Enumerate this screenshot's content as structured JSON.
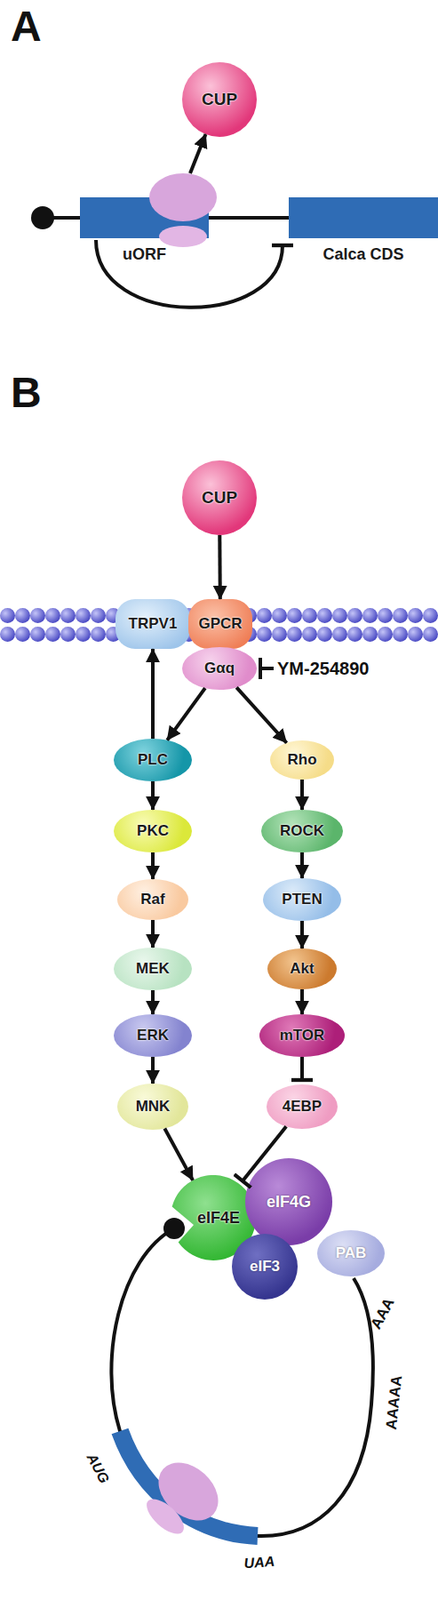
{
  "diagram": {
    "nodes": [
      {
        "text": [
          "CUP"
        ]
      },
      {
        "text": [
          "uORF"
        ]
      },
      {
        "text": [
          "Calca CDS"
        ]
      },
      {
        "text": [
          "CUP"
        ]
      },
      {
        "text": [
          "TRPV1"
        ]
      },
      {
        "text": [
          "GPCR"
        ]
      },
      {
        "text": [
          "Gαq"
        ]
      },
      {
        "text": [
          "PLC"
        ]
      },
      {
        "text": [
          "Rho"
        ]
      },
      {
        "text": [
          "PKC"
        ]
      },
      {
        "text": [
          "ROCK"
        ]
      },
      {
        "text": [
          "Raf"
        ]
      },
      {
        "text": [
          "PTEN"
        ]
      },
      {
        "text": [
          "MEK"
        ]
      },
      {
        "text": [
          "Akt"
        ]
      },
      {
        "text": [
          "ERK"
        ]
      },
      {
        "text": [
          "mTOR"
        ]
      },
      {
        "text": [
          "MNK"
        ]
      },
      {
        "text": [
          "4EBP"
        ]
      },
      {
        "text": [
          "eIF4E"
        ]
      },
      {
        "text": [
          "eIF4G"
        ]
      },
      {
        "text": [
          "eIF3"
        ]
      },
      {
        "text": [
          "PAB"
        ]
      }
    ],
    "edges": [
      {
        "from": 1,
        "to": 0,
        "arrow": "to"
      },
      {
        "from": 1,
        "to": 2,
        "arrow": "to"
      },
      {
        "from": 3,
        "to": 5,
        "arrow": "to"
      },
      {
        "from": 6,
        "to": 7,
        "arrow": "to"
      },
      {
        "from": 6,
        "to": 8,
        "arrow": "to"
      },
      {
        "from": 7,
        "to": 4,
        "arrow": "to"
      },
      {
        "from": 7,
        "to": 9,
        "arrow": "to"
      },
      {
        "from": 9,
        "to": 11,
        "arrow": "to"
      },
      {
        "from": 11,
        "to": 13,
        "arrow": "to"
      },
      {
        "from": 13,
        "to": 15,
        "arrow": "to"
      },
      {
        "from": 15,
        "to": 17,
        "arrow": "to"
      },
      {
        "from": 17,
        "to": 19,
        "arrow": "to"
      },
      {
        "from": 8,
        "to": 10,
        "arrow": "to"
      },
      {
        "from": 10,
        "to": 12,
        "arrow": "to"
      },
      {
        "from": 12,
        "to": 14,
        "arrow": "to"
      },
      {
        "from": 14,
        "to": 16,
        "arrow": "to"
      },
      {
        "from": 16,
        "to": 18,
        "arrow": "to"
      },
      {
        "from": 18,
        "to": 19,
        "arrow": "to"
      }
    ],
    "labels": [
      "A",
      "B",
      "YM-254890",
      "AUG",
      "UAA",
      "AAAAA",
      "AAA"
    ]
  }
}
